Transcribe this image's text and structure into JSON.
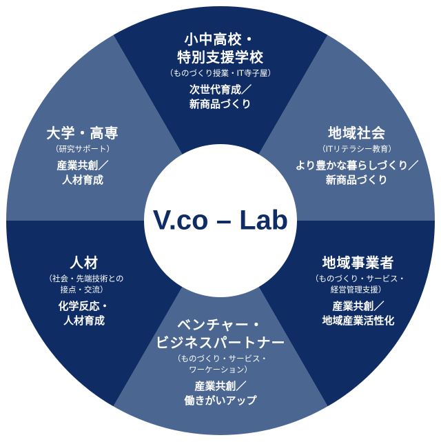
{
  "center_label": "V.co – Lab",
  "colors": {
    "dark": "#0f2d64",
    "light": "#4b6690",
    "center": "#ffffff"
  },
  "segments": [
    {
      "title": [
        "小中高校・",
        "特別支援学校"
      ],
      "subtitle": [
        "（ものづくり授業・IT寺子屋）"
      ],
      "body": [
        "次世代育成／",
        "新商品づくり"
      ]
    },
    {
      "title": [
        "地域社会"
      ],
      "subtitle": [
        "（ITリテラシー教育）"
      ],
      "body": [
        "より豊かな暮らしづくり／",
        "新商品づくり"
      ]
    },
    {
      "title": [
        "地域事業者"
      ],
      "subtitle": [
        "（ものづくり・サービス・",
        "経営管理支援）"
      ],
      "body": [
        "産業共創／",
        "地域産業活性化"
      ]
    },
    {
      "title": [
        "ベンチャー・",
        "ビジネスパートナー"
      ],
      "subtitle": [
        "（ものづくり・サービス・",
        "ワーケーション）"
      ],
      "body": [
        "産業共創／",
        "働きがいアップ"
      ]
    },
    {
      "title": [
        "人材"
      ],
      "subtitle": [
        "（社会・先端技術との",
        "接点・交流）"
      ],
      "body": [
        "化学反応・",
        "人材育成"
      ]
    },
    {
      "title": [
        "大学・高専"
      ],
      "subtitle": [
        "（研究サポート）"
      ],
      "body": [
        "産業共創／",
        "人材育成"
      ]
    }
  ]
}
